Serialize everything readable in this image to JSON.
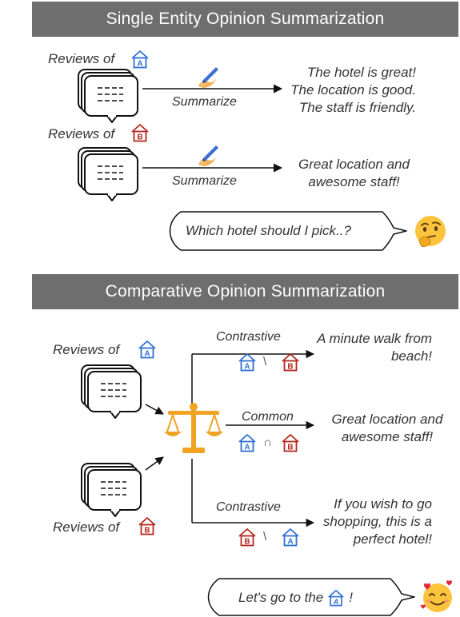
{
  "single": {
    "header": "Single Entity Opinion Summarization",
    "rows": [
      {
        "label": "Reviews of",
        "hotel": "A",
        "arrow_label": "Summarize",
        "output": [
          "The hotel is great!",
          "The location is good.",
          "The staff is friendly."
        ]
      },
      {
        "label": "Reviews of",
        "hotel": "B",
        "arrow_label": "Summarize",
        "output": [
          "Great location and",
          "awesome staff!"
        ]
      }
    ],
    "question": "Which hotel should I pick..?",
    "question_emoji": "thinking-face"
  },
  "comparative": {
    "header": "Comparative Opinion Summarization",
    "reviews_a_label": "Reviews of",
    "reviews_b_label": "Reviews of",
    "branches": [
      {
        "label": "Contrastive",
        "op": "\\",
        "left": "A",
        "right": "B",
        "output": [
          "A minute walk from",
          "beach!"
        ]
      },
      {
        "label": "Common",
        "op": "∩",
        "left": "A",
        "right": "B",
        "output": [
          "Great location and",
          "awesome staff!"
        ]
      },
      {
        "label": "Contrastive",
        "op": "\\",
        "left": "B",
        "right": "A",
        "output": [
          "If you wish to go",
          "shopping, this is a",
          "perfect hotel!"
        ]
      }
    ],
    "answer": "Let's go to the",
    "answer_hotel": "A",
    "answer_suffix": "!",
    "answer_emoji": "smiling-face-with-hearts"
  },
  "colors": {
    "hotel_a": "#2f6fd6",
    "hotel_b": "#b5261e",
    "banner": "#6e6e6e",
    "scale": "#f0a322"
  }
}
